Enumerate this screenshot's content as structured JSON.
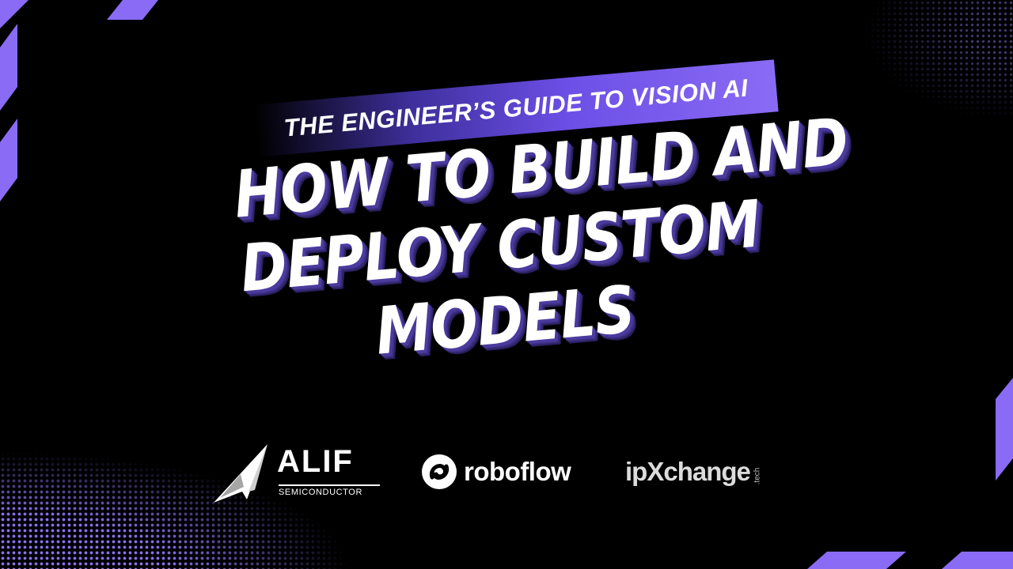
{
  "colors": {
    "background": "#000000",
    "accent_purple": "#8a6bf5",
    "text": "#ffffff"
  },
  "banner": {
    "label": "THE ENGINEER’S GUIDE TO VISION AI"
  },
  "headline": {
    "lines": [
      "HOW TO BUILD AND",
      "DEPLOY CUSTOM",
      "MODELS"
    ]
  },
  "logos": {
    "alif": {
      "name": "ALIF",
      "subtitle": "SEMICONDUCTOR",
      "icon": "alif-arrow-logo"
    },
    "roboflow": {
      "name": "roboflow",
      "icon": "roboflow-swirl-logo"
    },
    "ipxchange": {
      "name": "ipXchange",
      "suffix": ".tech"
    }
  }
}
